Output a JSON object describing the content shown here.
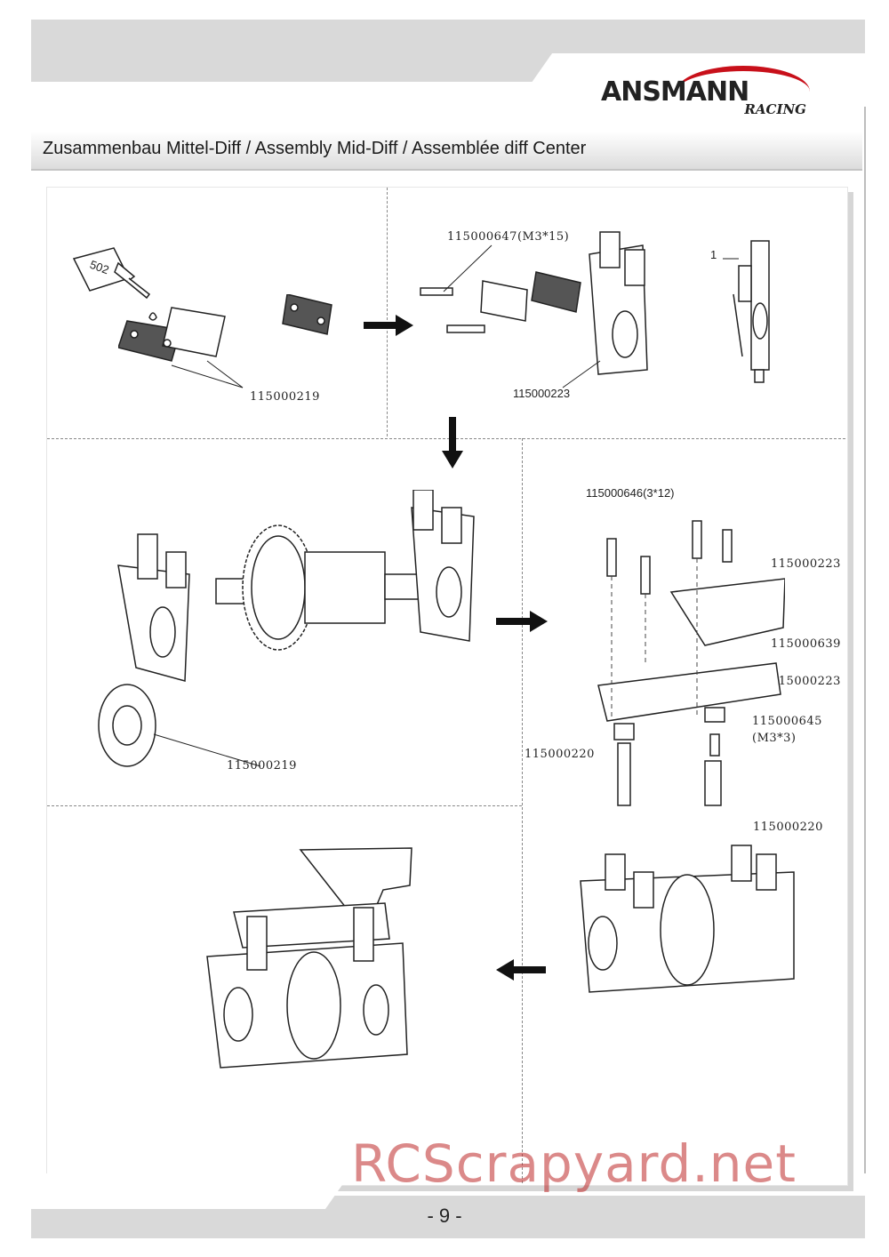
{
  "header": {
    "brand": "ANSMANN",
    "brand_sub": "RACING"
  },
  "title": "Zusammenbau Mittel-Diff / Assembly Mid-Diff / Assemblée diff Center",
  "labels": {
    "bottle": "502",
    "p_219_a": "115000219",
    "p_647": "115000647(M3*15)",
    "p_223_a": "115000223",
    "dim": "1",
    "p_219_b": "115000219",
    "p_646": "115000646(3*12)",
    "p_223_b": "115000223",
    "p_639": "115000639",
    "p_223_c": "115000223",
    "p_645": "115000645",
    "p_645_size": "(M3*3)",
    "p_220_a": "115000220",
    "p_220_b": "115000220"
  },
  "footer": {
    "page": "- 9 -"
  },
  "watermark": "RCScrapyard.net"
}
